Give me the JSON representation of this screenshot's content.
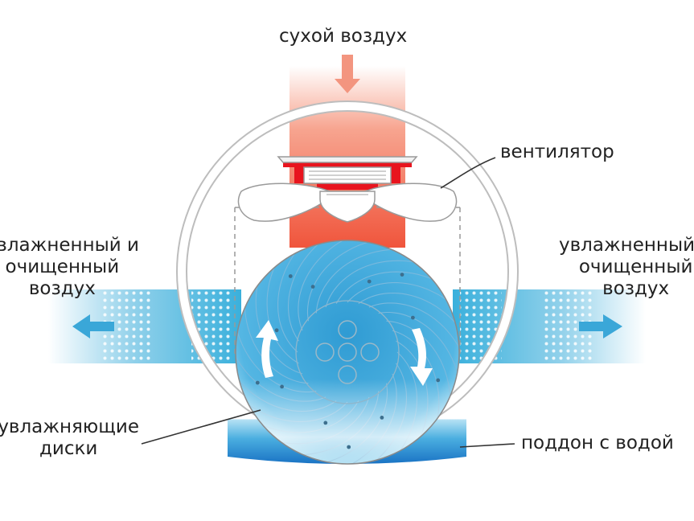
{
  "labels": {
    "dry_air": "сухой воздух",
    "fan": "вентилятор",
    "out_left_1": "увлажненный и",
    "out_left_2": "очищенный",
    "out_left_3": "воздух",
    "out_right_1": "увлажненный и",
    "out_right_2": "очищенный",
    "out_right_3": "воздух",
    "discs_1": "увлажняющие",
    "discs_2": "диски",
    "tray": "поддон с водой"
  },
  "colors": {
    "hot_air": "#f0553c",
    "fan_mount": "#e8141e",
    "humid_air": "#3ab0dc",
    "disc": "#3aa3d6",
    "water": "#2a8fd0",
    "arrow_in": "#f3957f",
    "arrow_out": "#3aa7d8"
  }
}
